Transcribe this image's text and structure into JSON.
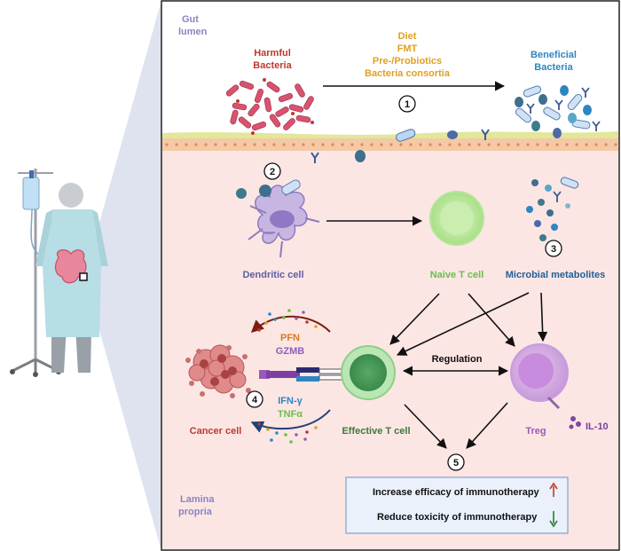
{
  "labels": {
    "gut": "Gut",
    "lumen": "lumen",
    "harmful_1": "Harmful",
    "harmful_2": "Bacteria",
    "diet": "Diet",
    "fmt": "FMT",
    "prebiotics": "Pre-/Probiotics",
    "consortia": "Bacteria consortia",
    "beneficial_1": "Beneficial",
    "beneficial_2": "Bacteria",
    "dendritic": "Dendritic cell",
    "naive": "Naive T cell",
    "metabolites": "Microbial metabolites",
    "pfn": "PFN",
    "gzmb": "GZMB",
    "ifn": "IFN-γ",
    "tnf": "TNFα",
    "regulation": "Regulation",
    "cancer": "Cancer cell",
    "effective": "Effective T cell",
    "treg": "Treg",
    "il10": "IL-10",
    "lamina": "Lamina",
    "propria": "propria",
    "efficacy": "Increase efficacy of immunotherapy",
    "toxicity": "Reduce toxicity of immunotherapy"
  },
  "steps": [
    "1",
    "2",
    "3",
    "4",
    "5"
  ],
  "colors": {
    "harmful": "#c0392b",
    "nutrition": "#e0a020",
    "beneficial": "#2e86c1",
    "dendritic": "#5b5ea6",
    "naive": "#6abf4b",
    "metabolites": "#1f5f99",
    "pfn": "#d97b1a",
    "gzmb": "#8e5fb5",
    "ifn": "#2e86c1",
    "tnf": "#6abf4b",
    "cancer": "#c0392b",
    "effective": "#3a7a3a",
    "treg": "#9b59b6",
    "lumen_label": "#8a85c0",
    "arrow_up": "#c0392b",
    "arrow_down": "#2e7d32"
  }
}
